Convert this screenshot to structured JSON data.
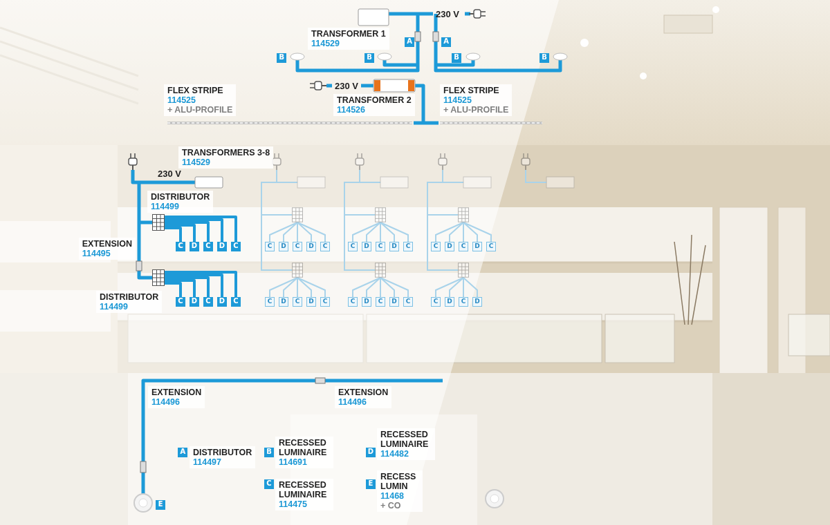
{
  "diagram": {
    "nodes": [
      {
        "text": [
          "TRANSFORMER 1",
          "114529"
        ]
      },
      {
        "text": [
          "FLEX STRIPE",
          "114525",
          "+ ALU-PROFILE"
        ]
      },
      {
        "text": [
          "TRANSFORMER 2",
          "114526"
        ]
      },
      {
        "text": [
          "FLEX STRIPE",
          "114525",
          "+ ALU-PROFILE"
        ]
      },
      {
        "text": [
          "TRANSFORMERS 3-8",
          "114529"
        ]
      },
      {
        "text": [
          "DISTRIBUTOR",
          "114499"
        ]
      },
      {
        "text": [
          "EXTENSION",
          "114495"
        ]
      },
      {
        "text": [
          "DISTRIBUTOR",
          "114499"
        ]
      },
      {
        "text": [
          "EXTENSION",
          "114496"
        ]
      },
      {
        "text": [
          "EXTENSION",
          "114496"
        ]
      },
      {
        "text": [
          "DISTRIBUTOR",
          "114497"
        ]
      },
      {
        "text": [
          "RECESSED LUMINAIRE",
          "114691"
        ]
      },
      {
        "text": [
          "RECESSED LUMINAIRE",
          "114475"
        ]
      },
      {
        "text": [
          "RECESSED LUMINAIRE",
          "114482"
        ]
      },
      {
        "text": [
          "RECESS LUMIN",
          "11468",
          "+ CO"
        ]
      }
    ],
    "labels": [
      "230 V",
      "230 V",
      "230 V",
      "B",
      "B",
      "A",
      "A",
      "B",
      "B",
      "C",
      "D",
      "C",
      "D",
      "C",
      "C",
      "D",
      "C",
      "D",
      "C",
      "C",
      "D",
      "C",
      "D",
      "C",
      "C",
      "D",
      "C",
      "D",
      "C",
      "C",
      "D",
      "C",
      "D",
      "C",
      "C",
      "D",
      "C",
      "D",
      "C",
      "C",
      "D",
      "C",
      "D",
      "C",
      "C",
      "D",
      "C",
      "D",
      "A",
      "B",
      "C",
      "D",
      "E",
      "E"
    ]
  }
}
